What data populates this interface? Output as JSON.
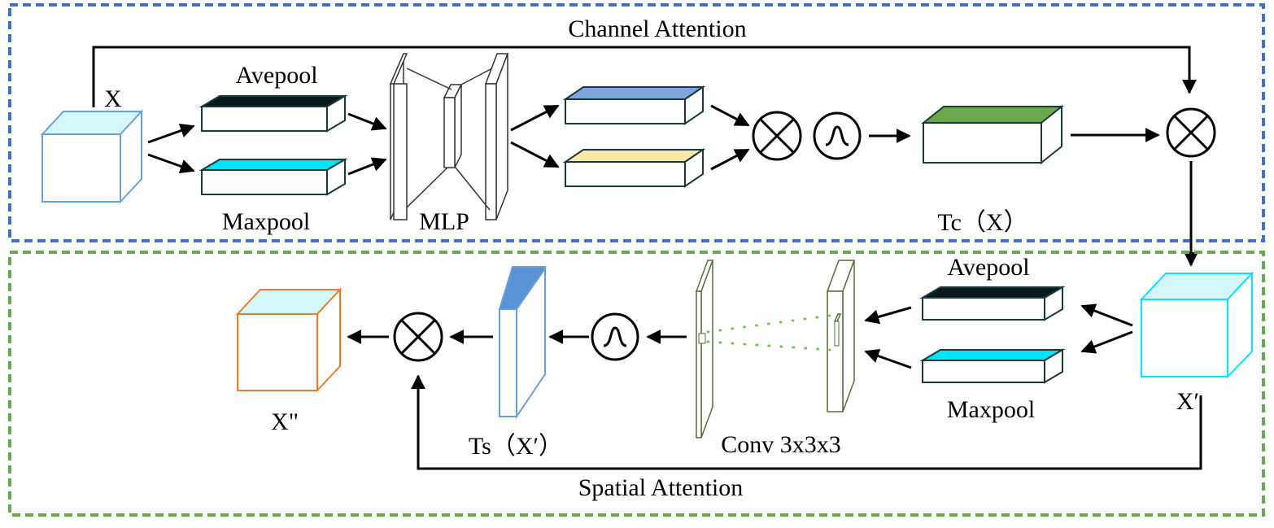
{
  "channel": {
    "title": "Channel Attention",
    "input_label": "X",
    "avepool_label": "Avepool",
    "maxpool_label": "Maxpool",
    "mlp_label": "MLP",
    "output_label": "Tc（X）"
  },
  "spatial": {
    "title": "Spatial Attention",
    "input_label": "X′",
    "avepool_label": "Avepool",
    "maxpool_label": "Maxpool",
    "conv_label": "Conv 3x3x3",
    "map_label": "Ts（X′）",
    "output_label": "X\""
  },
  "colors": {
    "channel_border": "#3a75c4",
    "spatial_border": "#6aa84f",
    "cube_top_light": "#d4f7f9",
    "cube_edge_blue": "#6a9fd8",
    "cyan": "#00e5ff",
    "black_top": "#0a1a1a",
    "blue_top": "#7ea6d9",
    "yellow_top": "#fde9a6",
    "green_top": "#6aa84f",
    "orange_edge": "#ec7c30",
    "conv_edge": "#5a6b3c",
    "dot_green": "#7bbf5a"
  }
}
